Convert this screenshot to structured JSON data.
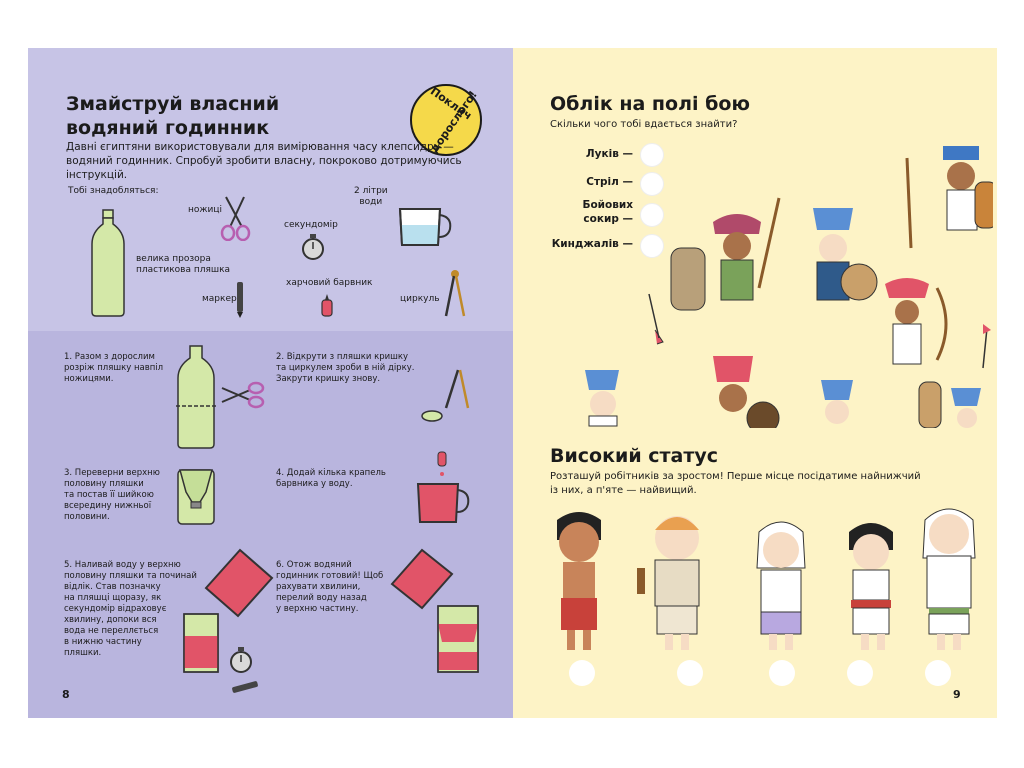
{
  "left": {
    "title": [
      "Змайструй власний",
      "водяний годинник"
    ],
    "badge": [
      "Поклич",
      "дорослого!"
    ],
    "intro": [
      "Давні єгиптяни використовували для вимірювання часу клепсидру —",
      "водяний годинник. Спробуй зробити власну, покроково дотримуючись інструкцій."
    ],
    "need_label": "Тобі знадобляться:",
    "items": {
      "scissors": "ножиці",
      "stopwatch": "секундомір",
      "water": [
        "2 літри",
        "води"
      ],
      "bottle": [
        "велика прозора",
        "пластикова пляшка"
      ],
      "dye": "харчовий барвник",
      "marker": "маркер",
      "compass": "циркуль"
    },
    "steps": [
      [
        "1. Разом з дорослим",
        "розріж пляшку навпіл",
        "ножицями."
      ],
      [
        "2. Відкрути з пляшки кришку",
        "та циркулем зроби в ній дірку.",
        "Закрути кришку знову."
      ],
      [
        "3. Переверни верхню",
        "половину пляшки",
        "та постав її шийкою",
        "всередину нижньої",
        "половини."
      ],
      [
        "4. Додай кілька крапель",
        "барвника у воду."
      ],
      [
        "5. Наливай воду у верхню",
        "половину пляшки та починай",
        "відлік. Став позначку",
        "на пляшці щоразу, як",
        "секундомір відраховує",
        "хвилину, допоки вся",
        "вода не переллється",
        "в нижню частину",
        "пляшки."
      ],
      [
        "6. Отож водяний",
        "годинник готовий! Щоб",
        "рахувати хвилини,",
        "перелий воду назад",
        "у верхню частину."
      ]
    ],
    "page_number": "8"
  },
  "right": {
    "title1": "Облік на полі бою",
    "subtitle1": "Скільки чого тобі вдається знайти?",
    "counts": [
      "Луків —",
      "Стріл —",
      "Бойових",
      "сокир —",
      "Кинджалів —"
    ],
    "title2": "Високий статус",
    "subtitle2": [
      "Розташуй робітників за зростом! Перше місце посідатиме найнижчий",
      "із них, а п'яте — найвищий."
    ],
    "page_number": "9"
  },
  "colors": {
    "left_top": "#c7c4e6",
    "left_bottom": "#b9b5de",
    "right_bg": "#fdf3c6",
    "badge": "#f5d94a",
    "bottle": "#d4e8a8",
    "water": "#b9e0ee",
    "dye": "#e15468"
  }
}
